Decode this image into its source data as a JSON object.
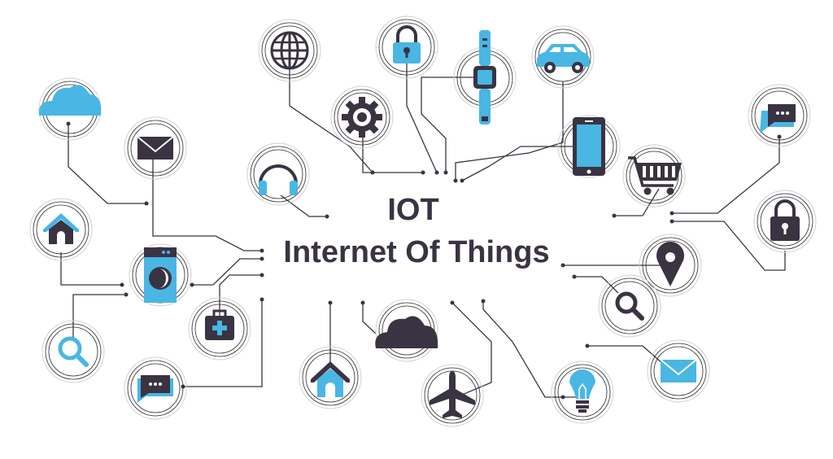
{
  "title": {
    "line1": "IOT",
    "line2": "Internet Of Things"
  },
  "colors": {
    "dark": "#3a3342",
    "accent": "#49b6e4",
    "ring": "#2a2a2a",
    "line": "#3a3342"
  },
  "nodes": [
    {
      "name": "cloud-node",
      "icon": "cloud-icon"
    },
    {
      "name": "home-node",
      "icon": "home-icon"
    },
    {
      "name": "search-node-left",
      "icon": "search-icon"
    },
    {
      "name": "mail-node-left",
      "icon": "mail-icon"
    },
    {
      "name": "washer-node",
      "icon": "washing-machine-icon"
    },
    {
      "name": "chat-node-left",
      "icon": "chat-icon"
    },
    {
      "name": "medical-node",
      "icon": "medical-kit-icon"
    },
    {
      "name": "globe-node",
      "icon": "globe-icon"
    },
    {
      "name": "gear-node",
      "icon": "gear-icon"
    },
    {
      "name": "headphones-node",
      "icon": "headphones-icon"
    },
    {
      "name": "lock-node-top",
      "icon": "lock-icon"
    },
    {
      "name": "watch-node",
      "icon": "smartwatch-icon"
    },
    {
      "name": "car-node",
      "icon": "car-icon"
    },
    {
      "name": "phone-node",
      "icon": "smartphone-icon"
    },
    {
      "name": "cart-node",
      "icon": "shopping-cart-icon"
    },
    {
      "name": "chat-node-right",
      "icon": "chat-icon"
    },
    {
      "name": "lock-node-right",
      "icon": "lock-icon"
    },
    {
      "name": "location-node",
      "icon": "location-pin-icon"
    },
    {
      "name": "search-node-right",
      "icon": "search-icon"
    },
    {
      "name": "mail-node-right",
      "icon": "mail-icon"
    },
    {
      "name": "bulb-node",
      "icon": "light-bulb-icon"
    },
    {
      "name": "plane-node",
      "icon": "airplane-icon"
    },
    {
      "name": "cloud-node-bottom",
      "icon": "cloud-icon"
    },
    {
      "name": "house-node-bottom",
      "icon": "home-icon"
    }
  ]
}
